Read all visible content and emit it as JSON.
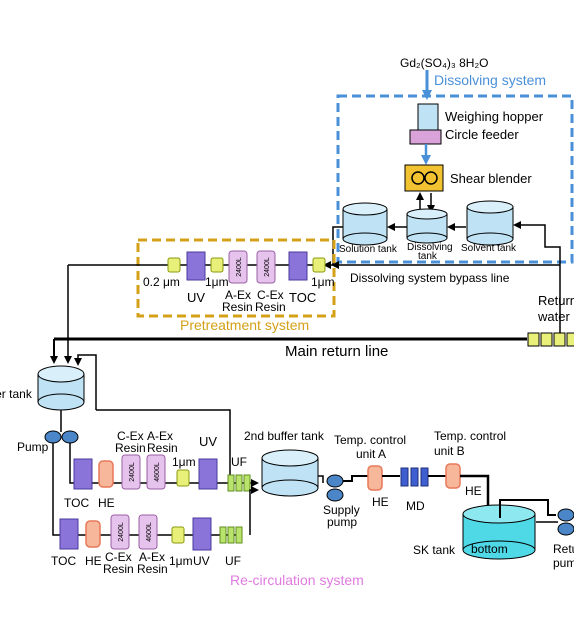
{
  "colors": {
    "line": "#000000",
    "dissolving_accent": "#4a90d9",
    "pretreatment_accent": "#d4a017",
    "recirculation_accent": "#e07be0",
    "tank_fill": "#bfe3f5",
    "tank_top": "#d9f0fb",
    "resin_fill": "#e6c3ec",
    "resin_stroke": "#9b5fa6",
    "uv_fill": "#8a73d9",
    "uv_stroke": "#4b3a9e",
    "toc_fill": "#8a73d9",
    "filter_fill": "#e8f07a",
    "filter_stroke": "#8a9a10",
    "he_fill": "#f7b79b",
    "he_stroke": "#e8785a",
    "md_fill": "#3f5fd0",
    "uf_fill": "#b9e36a",
    "uf_stroke": "#5f8f1f",
    "pump_fill": "#4a86c8",
    "hopper_fill": "#bfe3f5",
    "feeder_fill": "#d9a3d9",
    "blender_fill": "#f2c230",
    "sk_fill": "#4fd8e6",
    "return_fill": "#e8f07a"
  },
  "labels": {
    "chemical": "Gd₂(SO₄)₃ 8H₂O",
    "dissolving_system": "Dissolving system",
    "weighing_hopper": "Weighing hopper",
    "circle_feeder": "Circle feeder",
    "shear_blender": "Shear blender",
    "solution_tank": "Solution tank",
    "dissolving_tank_1": "Dissolving",
    "dissolving_tank_2": "tank",
    "solvent_tank": "Solvent tank",
    "bypass_line": "Dissolving system bypass line",
    "pre_filter": "0.2 μm",
    "pre_uv": "UV",
    "pre_1um_a": "1μm",
    "pre_aex_1": "A-Ex",
    "pre_aex_2": "Resin",
    "pre_cex_1": "C-Ex",
    "pre_cex_2": "Resin",
    "pre_toc": "TOC",
    "pre_1um_b": "1μm",
    "resin_volume": "2400L",
    "pretreatment_system": "Pretreatment system",
    "return_water_1": "Return",
    "return_water_2": "water",
    "main_return_line": "Main return line",
    "buffer_tank": "Buffer tank",
    "pump": "Pump",
    "up_cex_1": "C-Ex",
    "up_cex_2": "Resin",
    "up_aex_1": "A-Ex",
    "up_aex_2": "Resin",
    "up_uv": "UV",
    "up_1um": "1μm",
    "up_cex_vol": "2400L",
    "up_aex_vol": "4600L",
    "up_toc": "TOC",
    "up_he": "HE",
    "uf_top": "UF",
    "second_buffer_tank": "2nd buffer tank",
    "temp_a_1": "Temp. control",
    "temp_a_2": "unit A",
    "temp_b_1": "Temp. control",
    "temp_b_2": "unit B",
    "supply_pump_1": "Supply",
    "supply_pump_2": "pump",
    "he_a": "HE",
    "md": "MD",
    "he_b": "HE",
    "sk_tank": "SK tank",
    "bottom": "bottom",
    "return_pump_1": "Return",
    "return_pump_2": "pump",
    "low_toc": "TOC",
    "low_he": "HE",
    "low_cex_1": "C-Ex",
    "low_cex_2": "Resin",
    "low_aex_1": "A-Ex",
    "low_aex_2": "Resin",
    "low_1um": "1μm",
    "low_uv": "UV",
    "low_cex_vol": "2400L",
    "low_aex_vol": "4600L",
    "uf_bottom": "UF",
    "recirculation_system": "Re-circulation system"
  }
}
